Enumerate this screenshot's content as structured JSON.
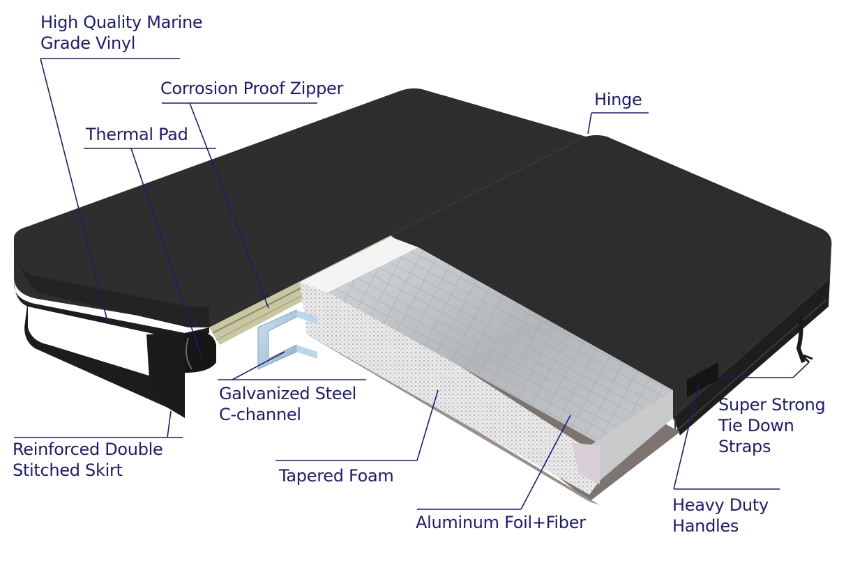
{
  "diagram": {
    "subject": "Hot tub cover cross-section",
    "colors": {
      "label_text": "#1a1a7a",
      "leader_line": "#1a1a7a",
      "vinyl": "#2b2b2b",
      "vinyl_edge": "#1a1a1a",
      "foam": "#e6e6e6",
      "foil": "#b9bcc0",
      "steel": "#a9c8e0",
      "thermal_pad": "#c9c7a2",
      "base_layer": "#7d7470"
    },
    "labels": {
      "vinyl_line1": "High Quality Marine",
      "vinyl_line2": "Grade Vinyl",
      "zipper": "Corrosion Proof Zipper",
      "thermal_pad": "Thermal Pad",
      "hinge": "Hinge",
      "steel_line1": "Galvanized Steel",
      "steel_line2": "C-channel",
      "skirt_line1": "Reinforced Double",
      "skirt_line2": "Stitched Skirt",
      "foam": "Tapered Foam",
      "foil": "Aluminum Foil+Fiber",
      "straps_line1": "Super Strong",
      "straps_line2": "Tie Down",
      "straps_line3": "Straps",
      "handles_line1": "Heavy Duty",
      "handles_line2": "Handles"
    }
  }
}
